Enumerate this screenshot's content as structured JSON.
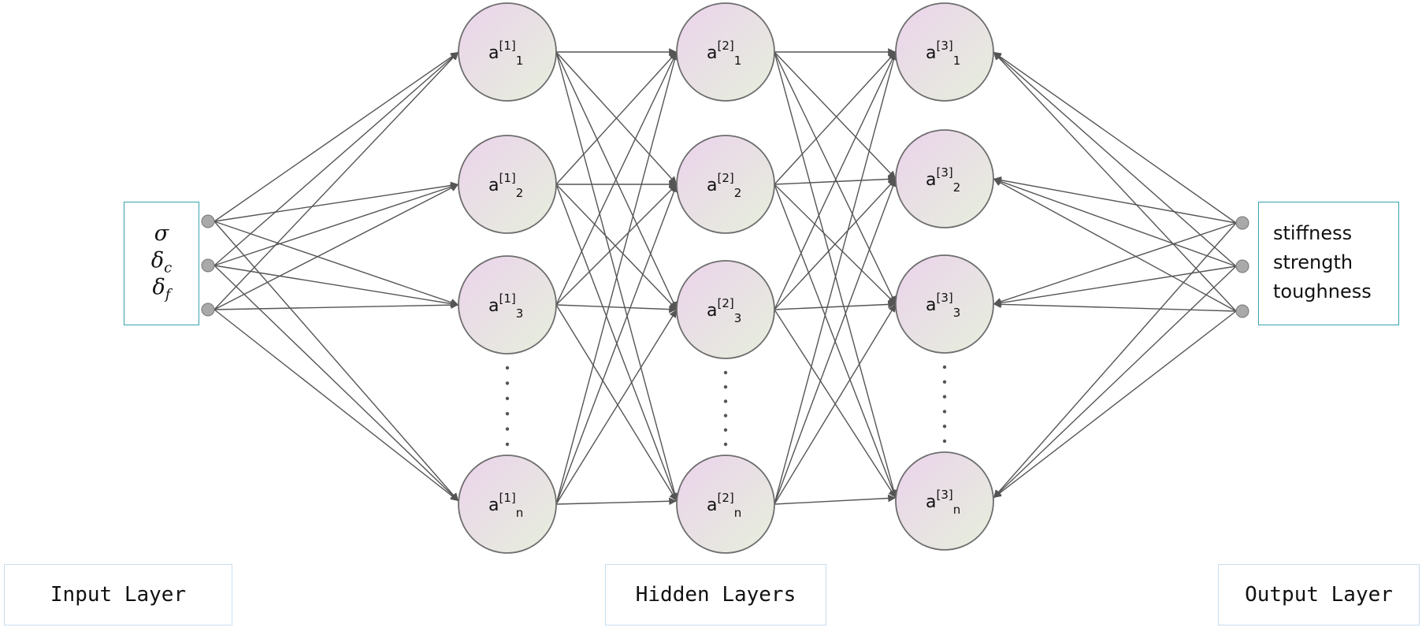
{
  "input_box": {
    "symbols": [
      {
        "base": "σ",
        "sub": ""
      },
      {
        "base": "δ",
        "sub": "c"
      },
      {
        "base": "δ",
        "sub": "f"
      }
    ]
  },
  "output_box": {
    "items": [
      "stiffness",
      "strength",
      "toughness"
    ]
  },
  "layers": [
    {
      "layer": "1",
      "nodes": [
        "1",
        "2",
        "3",
        "n"
      ]
    },
    {
      "layer": "2",
      "nodes": [
        "1",
        "2",
        "3",
        "n"
      ]
    },
    {
      "layer": "3",
      "nodes": [
        "1",
        "2",
        "3",
        "n"
      ]
    }
  ],
  "captions": {
    "input": "Input Layer",
    "hidden": "Hidden Layers",
    "output": "Output Layer"
  },
  "colors": {
    "edge": "#555555",
    "box_border": "#36a2ad",
    "caption_border": "#c9dcef",
    "node_fill_a": "#ebd3ec",
    "node_fill_b": "#e6efdc",
    "node_stroke": "#6e6e6e",
    "port": "#a9a9a9"
  }
}
